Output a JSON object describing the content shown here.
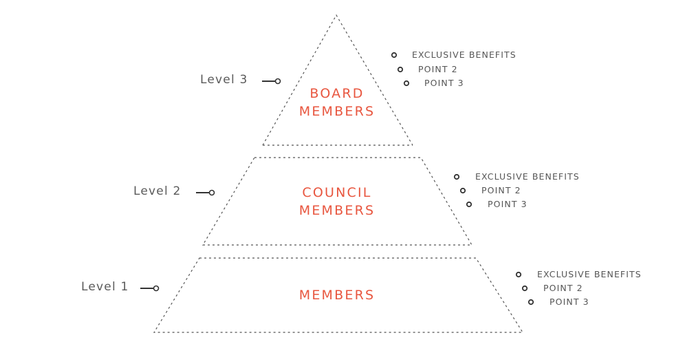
{
  "colors": {
    "accent": "#e8563f",
    "text": "#555555",
    "line": "#555555"
  },
  "tiers": [
    {
      "level_label": "Level 3",
      "name_lines": [
        "BOARD",
        "MEMBERS"
      ],
      "benefits": [
        "EXCLUSIVE BENEFITS",
        "POINT 2",
        "POINT 3"
      ]
    },
    {
      "level_label": "Level 2",
      "name_lines": [
        "COUNCIL",
        "MEMBERS"
      ],
      "benefits": [
        "EXCLUSIVE BENEFITS",
        "POINT 2",
        "POINT 3"
      ]
    },
    {
      "level_label": "Level 1",
      "name_lines": [
        "MEMBERS"
      ],
      "benefits": [
        "EXCLUSIVE BENEFITS",
        "POINT 2",
        "POINT 3"
      ]
    }
  ]
}
